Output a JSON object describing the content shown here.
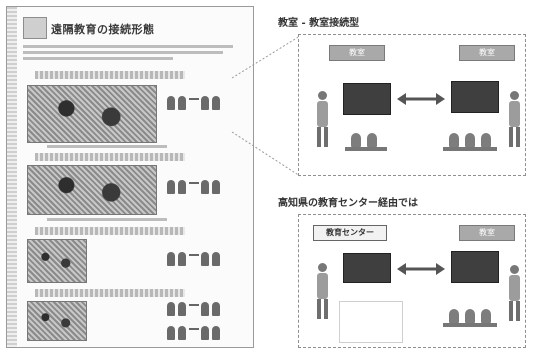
{
  "document": {
    "title": "遠隔教育の接続形態"
  },
  "diagram1": {
    "title": "教室 - 教室接続型",
    "left_tag": "教室",
    "right_tag": "教室"
  },
  "diagram2": {
    "title": "高知県の教育センター経由では",
    "left_tag": "教育センター",
    "right_tag": "教室"
  }
}
